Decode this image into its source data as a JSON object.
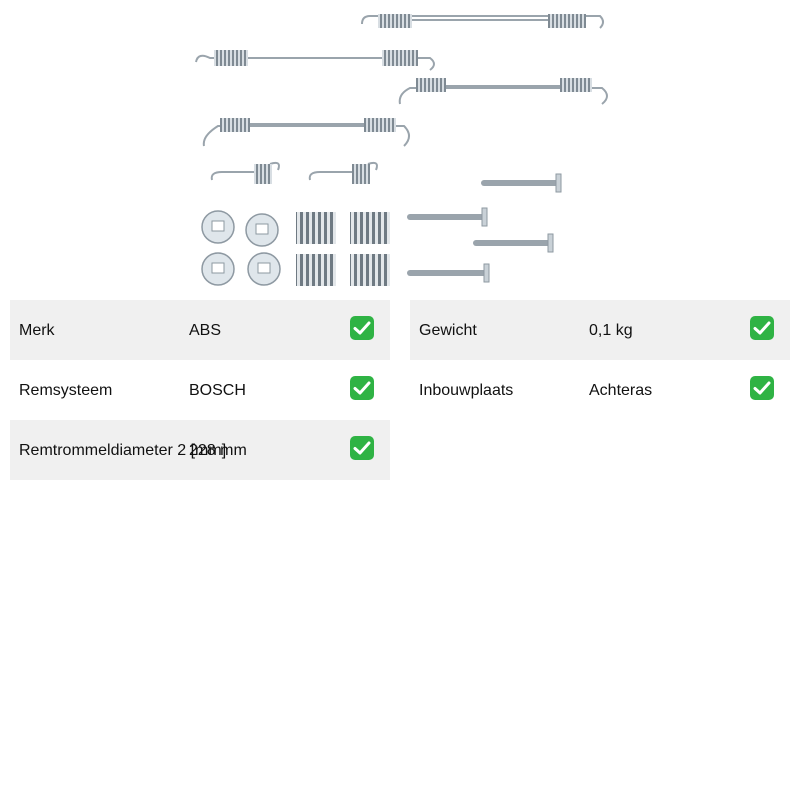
{
  "specs_left": [
    {
      "label": "Merk",
      "value": "ABS"
    },
    {
      "label": "Remsysteem",
      "value": "BOSCH"
    },
    {
      "label": "Remtrommeldiameter 2 [mm]",
      "value": "228 mm"
    }
  ],
  "specs_right": [
    {
      "label": "Gewicht",
      "value": "0,1 kg"
    },
    {
      "label": "Inbouwplaats",
      "value": "Achteras"
    }
  ],
  "icons": {
    "check": "check-mark-icon",
    "product": "brake-spring-kit-image"
  },
  "colors": {
    "check_green": "#2fb344",
    "row_shade": "#f0f0f0",
    "metal": "#a7b1b9"
  }
}
